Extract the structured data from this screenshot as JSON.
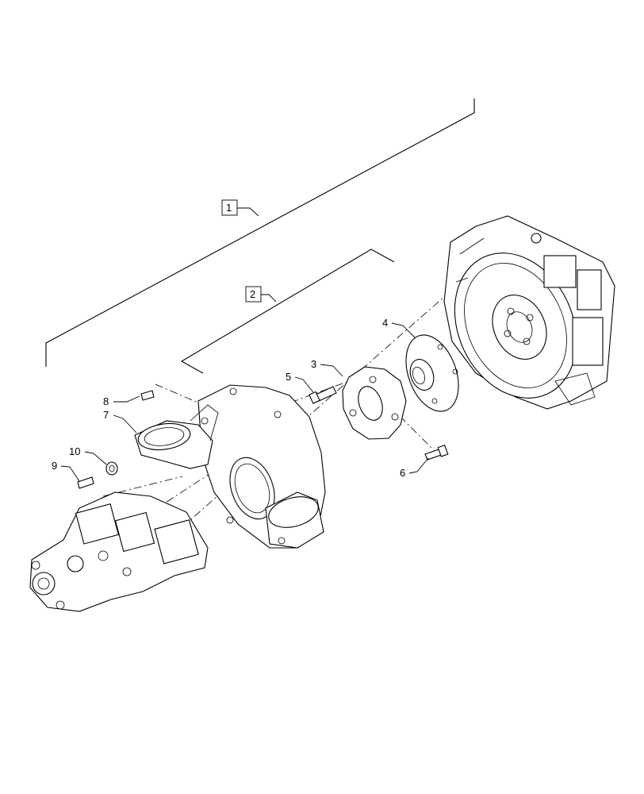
{
  "assemblies": [
    {
      "id": "assembly-1",
      "label": "1"
    },
    {
      "id": "assembly-2",
      "label": "2"
    }
  ],
  "callouts": {
    "c3": "3",
    "c4": "4",
    "c5": "5",
    "c6": "6",
    "c7": "7",
    "c8": "8",
    "c9": "9",
    "c10": "10"
  }
}
